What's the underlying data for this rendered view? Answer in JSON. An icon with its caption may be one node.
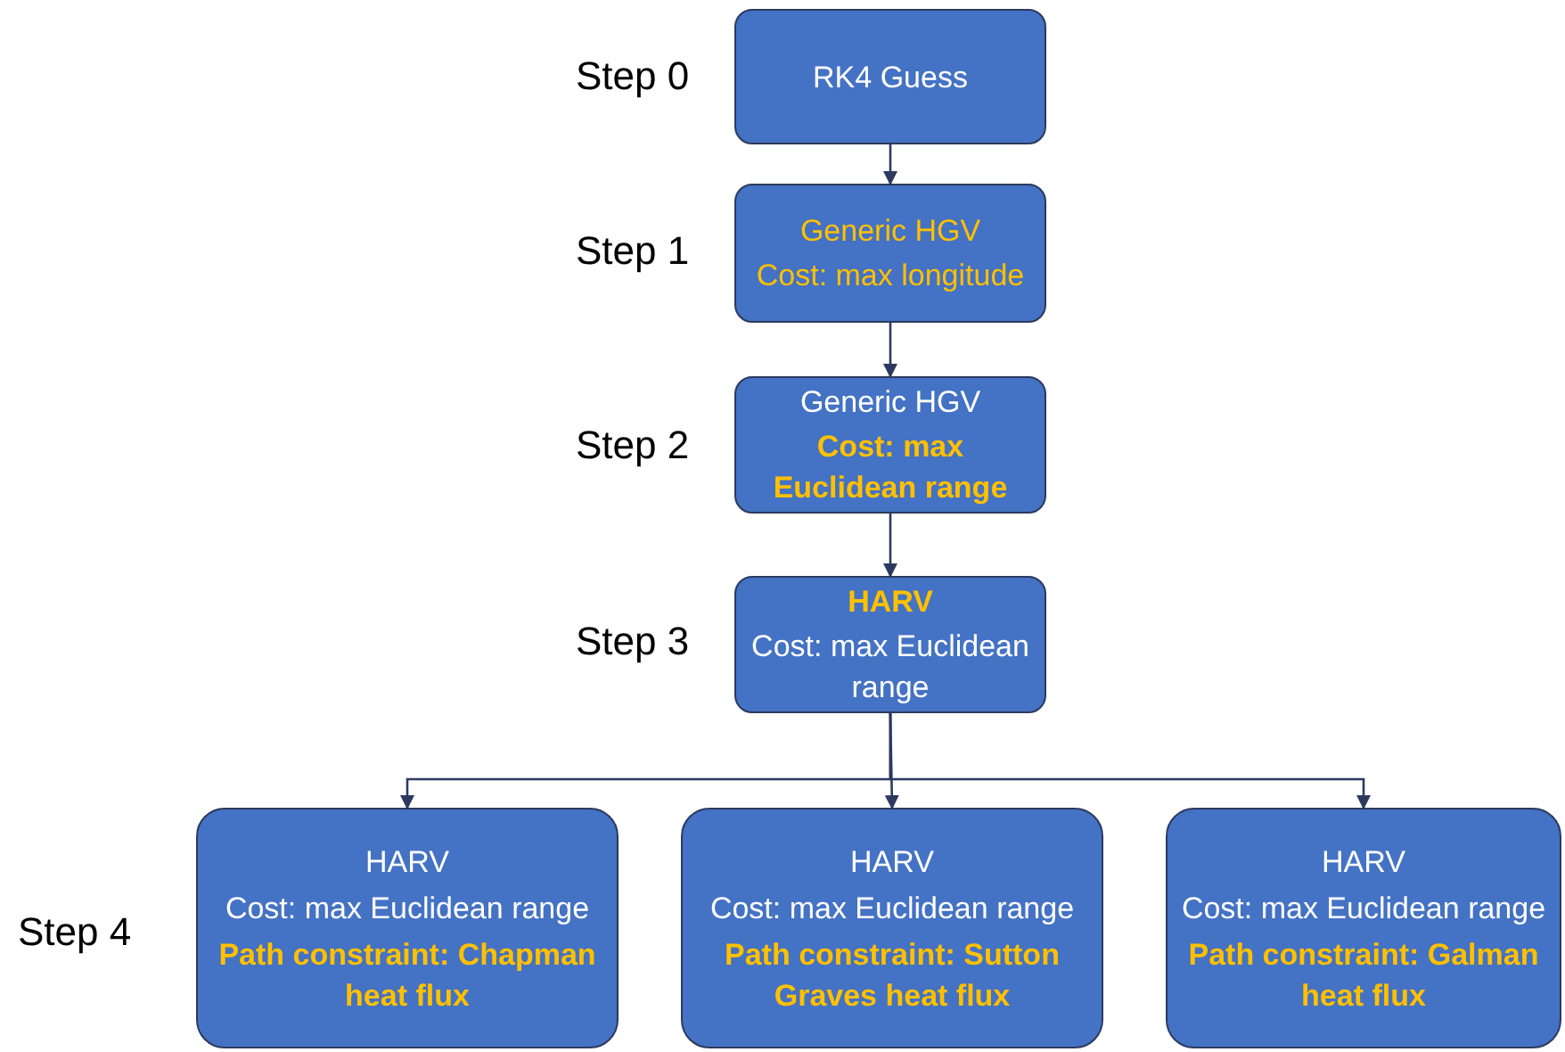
{
  "diagram": {
    "nodes": [
      {
        "text": [
          "RK4 Guess"
        ]
      },
      {
        "text": [
          "Generic HGV",
          "Cost: max longitude"
        ]
      },
      {
        "text": [
          "Generic HGV",
          "Cost: max Euclidean range"
        ]
      },
      {
        "text": [
          "HARV",
          "Cost: max Euclidean range"
        ]
      },
      {
        "text": [
          "HARV",
          "Cost: max Euclidean range",
          "Path constraint: Chapman heat flux"
        ]
      },
      {
        "text": [
          "HARV",
          "Cost: max Euclidean range",
          "Path constraint: Sutton Graves heat flux"
        ]
      },
      {
        "text": [
          "HARV",
          "Cost: max Euclidean range",
          "Path constraint: Galman heat flux"
        ]
      }
    ],
    "edges": [
      {
        "from": 0,
        "to": 1,
        "arrow": "to"
      },
      {
        "from": 1,
        "to": 2,
        "arrow": "to"
      },
      {
        "from": 2,
        "to": 3,
        "arrow": "to"
      },
      {
        "from": 3,
        "to": 4,
        "arrow": "to"
      },
      {
        "from": 3,
        "to": 5,
        "arrow": "to"
      },
      {
        "from": 3,
        "to": 6,
        "arrow": "to"
      }
    ],
    "labels": [
      "Step 0",
      "Step 1",
      "Step 2",
      "Step 3",
      "Step 4"
    ]
  }
}
